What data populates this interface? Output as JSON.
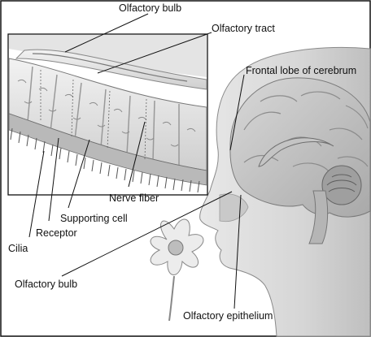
{
  "labels": {
    "olfactory_bulb_top": "Olfactory bulb",
    "olfactory_tract": "Olfactory tract",
    "frontal_lobe": "Frontal lobe of cerebrum",
    "nerve_fiber": "Nerve fiber",
    "supporting_cell": "Supporting cell",
    "receptor": "Receptor",
    "cilia": "Cilia",
    "olfactory_bulb_bottom": "Olfactory bulb",
    "olfactory_epithelium": "Olfactory epithelium"
  }
}
